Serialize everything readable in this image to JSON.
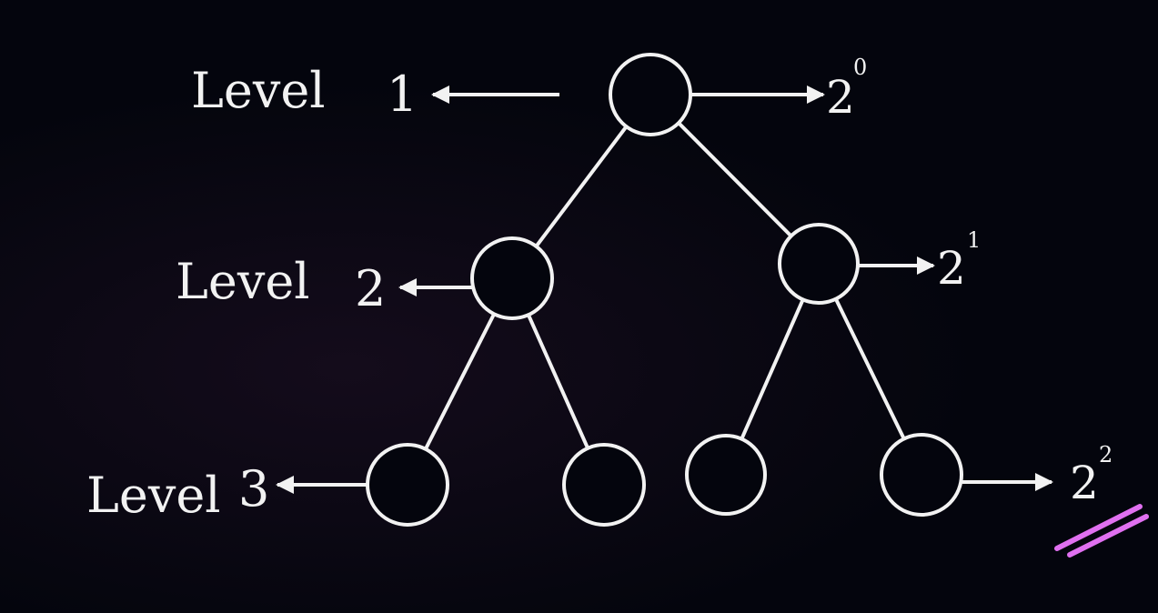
{
  "title": "Binary tree levels and node counts",
  "levels": [
    {
      "label": "Level",
      "number": "1",
      "base": "2",
      "exponent": "0"
    },
    {
      "label": "Level",
      "number": "2",
      "base": "2",
      "exponent": "1"
    },
    {
      "label": "Level",
      "number": "3",
      "base": "2",
      "exponent": "2"
    }
  ],
  "colors": {
    "background": "#04050d",
    "stroke": "#f2f2f2",
    "annotation": "#e070f0"
  }
}
